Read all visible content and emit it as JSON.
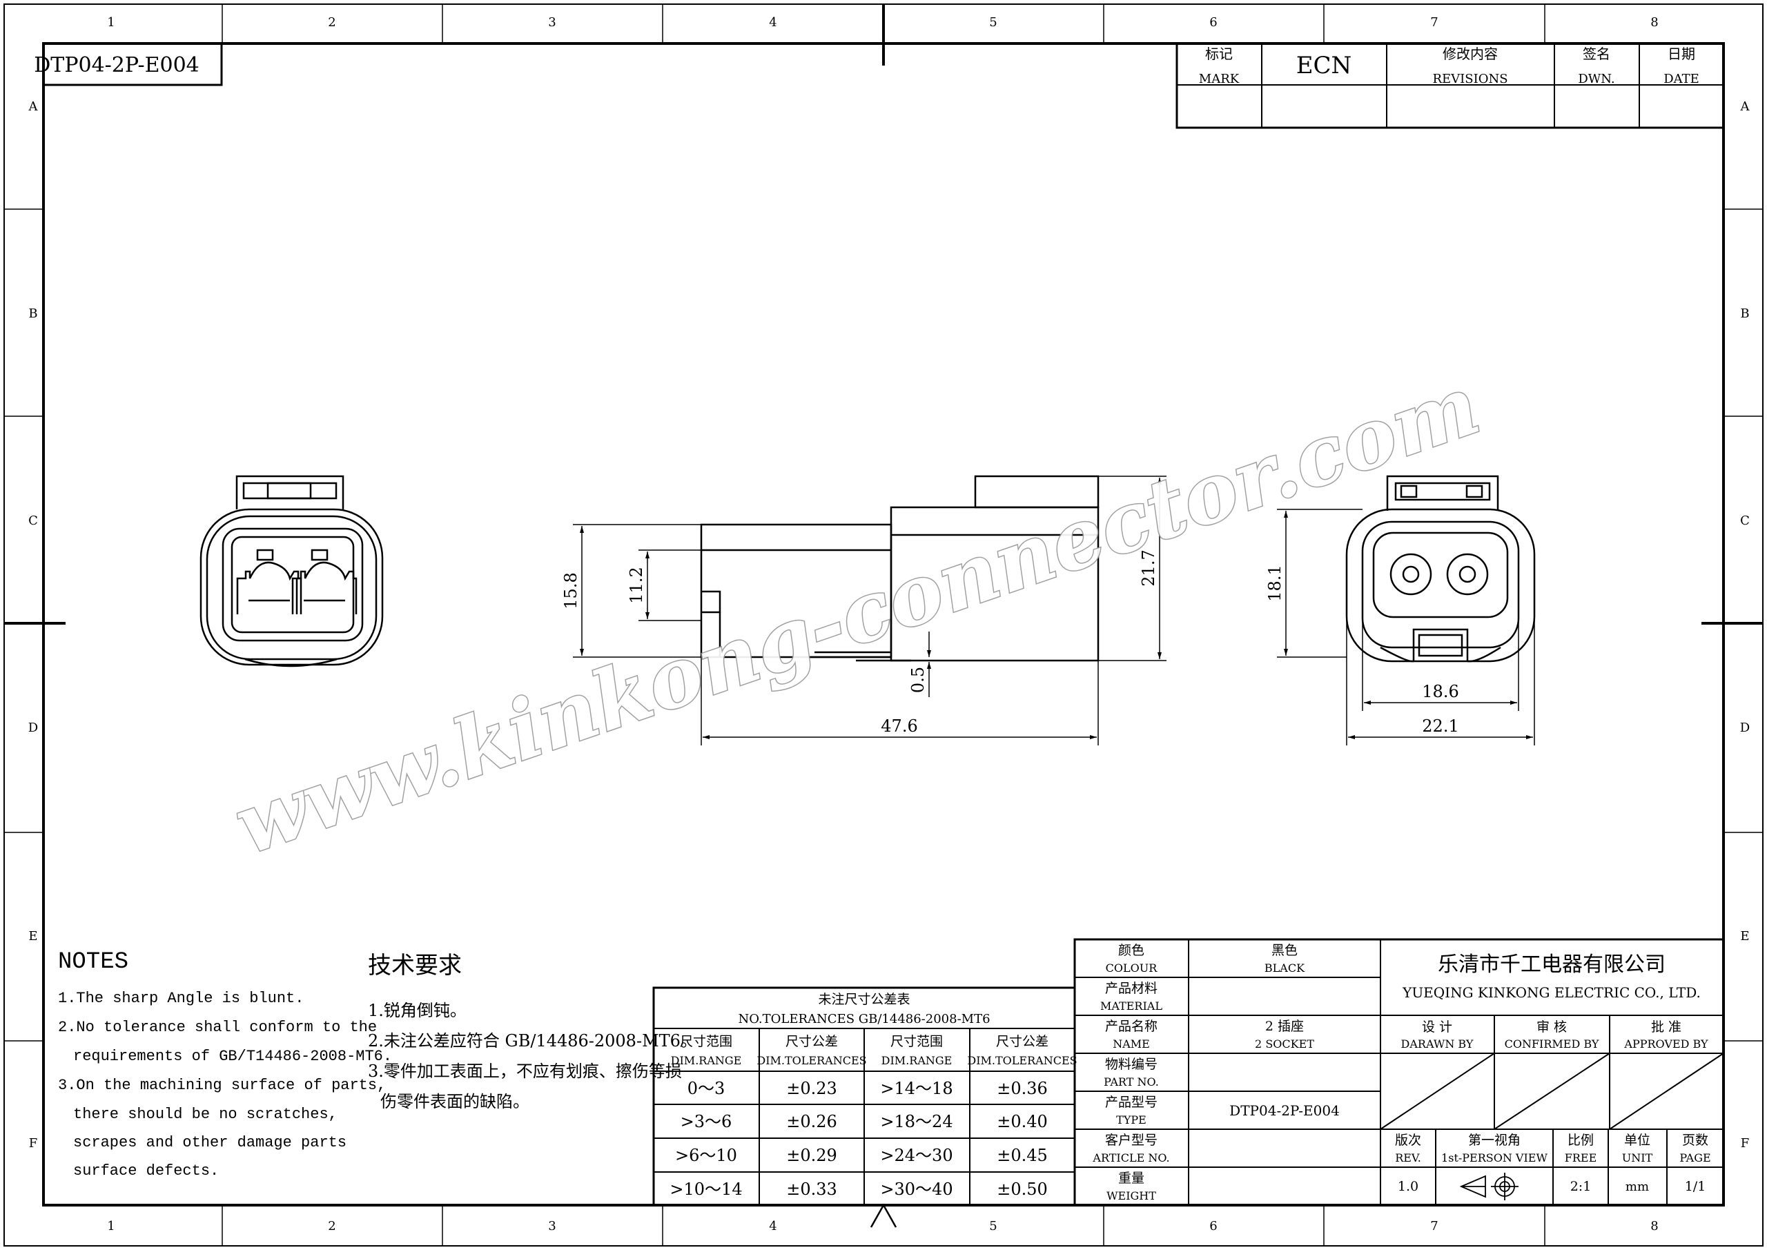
{
  "frame": {
    "col_labels": [
      "1",
      "2",
      "3",
      "4",
      "5",
      "6",
      "7",
      "8"
    ],
    "row_labels": [
      "A",
      "B",
      "C",
      "D",
      "E",
      "F"
    ]
  },
  "part_number_box": "DTP04-2P-E004",
  "revision_table": {
    "mark_cn": "标记",
    "mark_en": "MARK",
    "ecn": "ECN",
    "revisions_cn": "修改内容",
    "revisions_en": "REVISIONS",
    "dwn_cn": "签名",
    "dwn_en": "DWN.",
    "date_cn": "日期",
    "date_en": "DATE"
  },
  "watermark": "www.kinkong-connector.com",
  "dimensions": {
    "d15_8": "15.8",
    "d11_2": "11.2",
    "d0_5": "0.5",
    "d47_6": "47.6",
    "d21_7": "21.7",
    "d18_1": "18.1",
    "d18_6": "18.6",
    "d22_1": "22.1"
  },
  "notes_en": {
    "title": "NOTES",
    "lines": [
      "1.The sharp Angle is blunt.",
      "2.No tolerance shall conform to the",
      "requirements of GB/T14486-2008-MT6.",
      "3.On the machining surface of parts,",
      "there should be no scratches,",
      "scrapes and other damage parts",
      "surface defects."
    ]
  },
  "notes_cn": {
    "title": "技术要求",
    "lines": [
      "1.锐角倒钝。",
      "2.未注公差应符合 GB/14486-2008-MT6。",
      "3.零件加工表面上，不应有划痕、擦伤等损",
      "伤零件表面的缺陷。"
    ]
  },
  "tolerance_table": {
    "title_cn": "未注尺寸公差表",
    "title_en": "NO.TOLERANCES GB/14486-2008-MT6",
    "headers": [
      {
        "cn": "尺寸范围",
        "en": "DIM.RANGE"
      },
      {
        "cn": "尺寸公差",
        "en": "DIM.TOLERANCES"
      },
      {
        "cn": "尺寸范围",
        "en": "DIM.RANGE"
      },
      {
        "cn": "尺寸公差",
        "en": "DIM.TOLERANCES"
      }
    ],
    "rows": [
      [
        "0～3",
        "±0.23",
        ">14～18",
        "±0.36"
      ],
      [
        ">3～6",
        "±0.26",
        ">18～24",
        "±0.40"
      ],
      [
        ">6～10",
        "±0.29",
        ">24～30",
        "±0.45"
      ],
      [
        ">10～14",
        "±0.33",
        ">30～40",
        "±0.50"
      ]
    ]
  },
  "title_block": {
    "colour_cn": "颜色",
    "colour_en": "COLOUR",
    "colour_value_cn": "黑色",
    "colour_value_en": "BLACK",
    "material_cn": "产品材料",
    "material_en": "MATERIAL",
    "name_cn": "产品名称",
    "name_en": "NAME",
    "name_value_cn": "2 插座",
    "name_value_en": "2 SOCKET",
    "partno_cn": "物料编号",
    "partno_en": "PART NO.",
    "type_cn": "产品型号",
    "type_en": "TYPE",
    "type_value": "DTP04-2P-E004",
    "article_cn": "客户型号",
    "article_en": "ARTICLE NO.",
    "weight_cn": "重量",
    "weight_en": "WEIGHT",
    "company_cn": "乐清市千工电器有限公司",
    "company_en": "YUEQING KINKONG ELECTRIC CO., LTD.",
    "design_cn": "设 计",
    "design_en": "DARAWN BY",
    "confirm_cn": "审 核",
    "confirm_en": "CONFIRMED BY",
    "approve_cn": "批 准",
    "approve_en": "APPROVED BY",
    "rev_cn": "版次",
    "rev_en": "REV.",
    "rev_value": "1.0",
    "view_cn": "第一视角",
    "view_en": "1st-PERSON VIEW",
    "scale_cn": "比例",
    "scale_en": "FREE",
    "scale_value": "2:1",
    "unit_cn": "单位",
    "unit_en": "UNIT",
    "unit_value": "mm",
    "page_cn": "页数",
    "page_en": "PAGE",
    "page_value": "1/1"
  }
}
